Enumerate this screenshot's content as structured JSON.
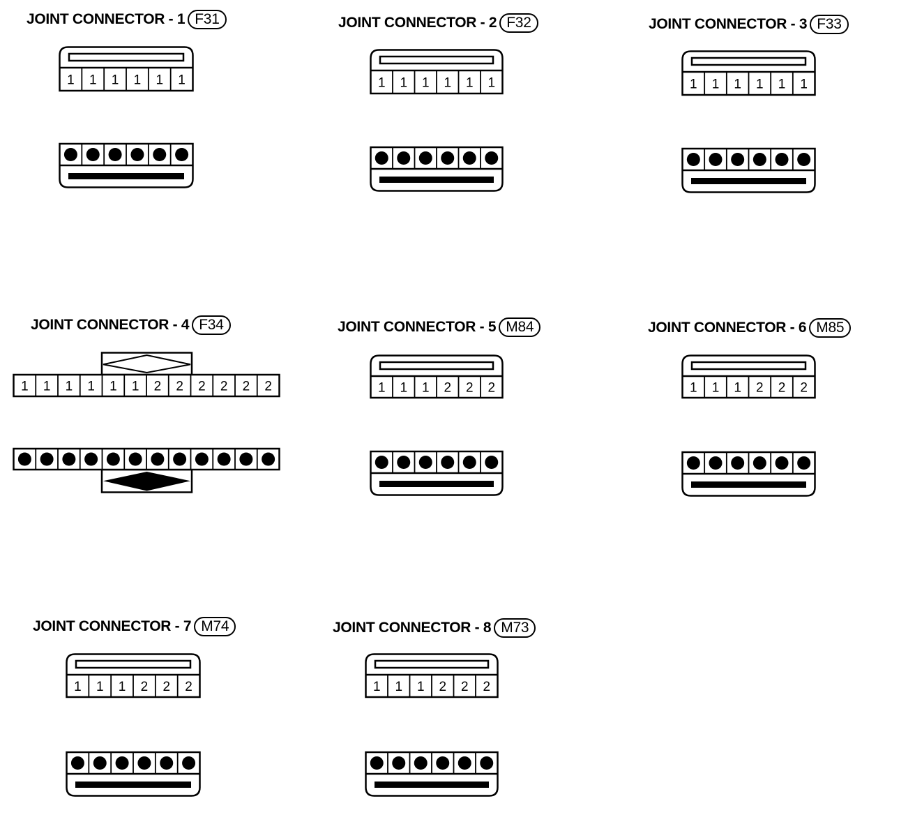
{
  "connectors": [
    {
      "title": "JOINT CONNECTOR - 1",
      "code": "F31",
      "terminals": [
        "1",
        "1",
        "1",
        "1",
        "1",
        "1"
      ]
    },
    {
      "title": "JOINT CONNECTOR - 2",
      "code": "F32",
      "terminals": [
        "1",
        "1",
        "1",
        "1",
        "1",
        "1"
      ]
    },
    {
      "title": "JOINT CONNECTOR - 3",
      "code": "F33",
      "terminals": [
        "1",
        "1",
        "1",
        "1",
        "1",
        "1"
      ]
    },
    {
      "title": "JOINT CONNECTOR - 4",
      "code": "F34",
      "terminals": [
        "1",
        "1",
        "1",
        "1",
        "1",
        "1",
        "2",
        "2",
        "2",
        "2",
        "2",
        "2"
      ]
    },
    {
      "title": "JOINT CONNECTOR - 5",
      "code": "M84",
      "terminals": [
        "1",
        "1",
        "1",
        "2",
        "2",
        "2"
      ]
    },
    {
      "title": "JOINT CONNECTOR - 6",
      "code": "M85",
      "terminals": [
        "1",
        "1",
        "1",
        "2",
        "2",
        "2"
      ]
    },
    {
      "title": "JOINT CONNECTOR - 7",
      "code": "M74",
      "terminals": [
        "1",
        "1",
        "1",
        "2",
        "2",
        "2"
      ]
    },
    {
      "title": "JOINT CONNECTOR - 8",
      "code": "M73",
      "terminals": [
        "1",
        "1",
        "1",
        "2",
        "2",
        "2"
      ]
    }
  ]
}
